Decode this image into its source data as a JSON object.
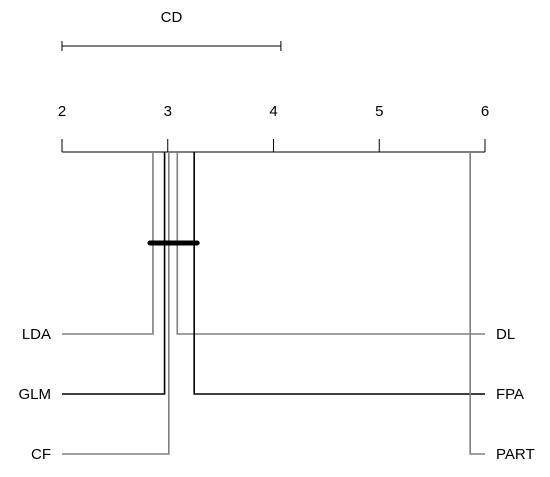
{
  "chart_data": {
    "type": "critical-difference-diagram",
    "cd_label": "CD",
    "cd_value": 2.07,
    "axis": {
      "min": 2,
      "max": 6,
      "ticks": [
        2,
        3,
        4,
        5,
        6
      ]
    },
    "methods_left": [
      {
        "name": "LDA",
        "rank": 2.86,
        "color": "#808080"
      },
      {
        "name": "GLM",
        "rank": 2.97,
        "color": "#000000"
      },
      {
        "name": "CF",
        "rank": 3.01,
        "color": "#808080"
      }
    ],
    "methods_right": [
      {
        "name": "DL",
        "rank": 3.09,
        "color": "#808080"
      },
      {
        "name": "FPA",
        "rank": 3.25,
        "color": "#000000"
      },
      {
        "name": "PART",
        "rank": 5.86,
        "color": "#808080"
      }
    ],
    "cliques": [
      {
        "from": 2.86,
        "to": 3.25
      }
    ]
  }
}
